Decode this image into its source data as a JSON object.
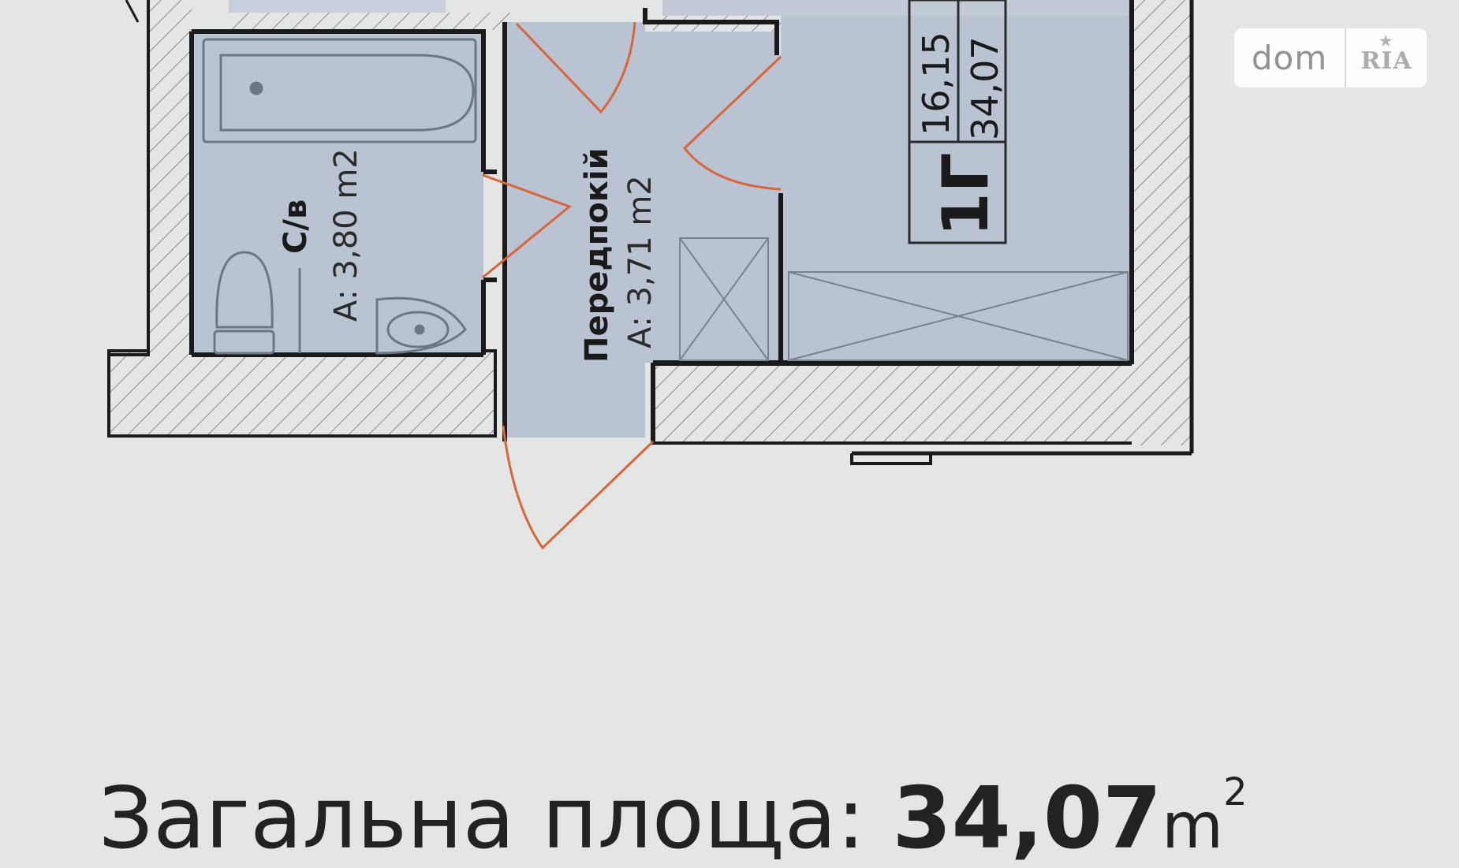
{
  "rooms": [
    {
      "name": "С/в",
      "area": "А: 3,80 m2"
    },
    {
      "name": "Передпокій",
      "area": "А: 3,71 m2"
    }
  ],
  "apartment": {
    "code": "1Г",
    "living_area": "16,15",
    "total_area": "34,07"
  },
  "total_label": {
    "prefix": "Загальна площа: ",
    "value": "34,07",
    "unit": "m",
    "exp": "2"
  },
  "watermark": {
    "dom": "dom",
    "ria": "RIA",
    "star": "★"
  },
  "colors": {
    "paper": "#e4e6e5",
    "room_fill": "#b9c3d1",
    "wall": "#1a1a1a",
    "door": "#d9653b",
    "hatch": "#8a8a8a"
  },
  "icons": [
    "bathtub-icon",
    "toilet-icon",
    "sink-icon"
  ]
}
